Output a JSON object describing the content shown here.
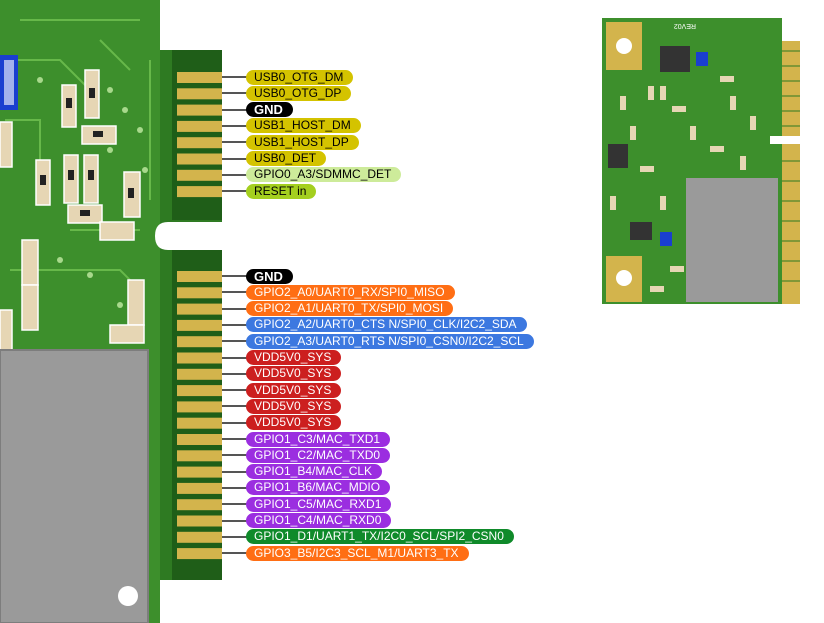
{
  "thumbnail": {
    "silkscreen": "REV02"
  },
  "colors": {
    "yellow": "#d4c300",
    "black": "#000000",
    "lightgreen": "#cdeb9a",
    "olive": "#a4cf1f",
    "orange": "#ff6e14",
    "blue": "#3c78e0",
    "red": "#cc1f1f",
    "purple": "#9b2ee0",
    "green": "#0f8a2a",
    "pcb": "#3d8f2c",
    "gold": "#d3b44c",
    "shield": "#9a9a9a"
  },
  "upper_pins": [
    {
      "label": "USB0_OTG_DM",
      "color": "yellow"
    },
    {
      "label": "USB0_OTG_DP",
      "color": "yellow"
    },
    {
      "label": "GND",
      "color": "black"
    },
    {
      "label": "USB1_HOST_DM",
      "color": "yellow"
    },
    {
      "label": "USB1_HOST_DP",
      "color": "yellow"
    },
    {
      "label": "USB0_DET",
      "color": "yellow"
    },
    {
      "label": "GPIO0_A3/SDMMC_DET",
      "color": "lightgreen"
    },
    {
      "label": "RESET in",
      "color": "olive"
    }
  ],
  "lower_pins": [
    {
      "label": "GND",
      "color": "black"
    },
    {
      "label": "GPIO2_A0/UART0_RX/SPI0_MISO",
      "color": "orange"
    },
    {
      "label": "GPIO2_A1/UART0_TX/SPI0_MOSI",
      "color": "orange"
    },
    {
      "label": "GPIO2_A2/UART0_CTS N/SPI0_CLK/I2C2_SDA",
      "color": "blue"
    },
    {
      "label": "GPIO2_A3/UART0_RTS N/SPI0_CSN0/I2C2_SCL",
      "color": "blue"
    },
    {
      "label": "VDD5V0_SYS",
      "color": "red"
    },
    {
      "label": "VDD5V0_SYS",
      "color": "red"
    },
    {
      "label": "VDD5V0_SYS",
      "color": "red"
    },
    {
      "label": "VDD5V0_SYS",
      "color": "red"
    },
    {
      "label": "VDD5V0_SYS",
      "color": "red"
    },
    {
      "label": "GPIO1_C3/MAC_TXD1",
      "color": "purple"
    },
    {
      "label": "GPIO1_C2/MAC_TXD0",
      "color": "purple"
    },
    {
      "label": "GPIO1_B4/MAC_CLK",
      "color": "purple"
    },
    {
      "label": "GPIO1_B6/MAC_MDIO",
      "color": "purple"
    },
    {
      "label": "GPIO1_C5/MAC_RXD1",
      "color": "purple"
    },
    {
      "label": "GPIO1_C4/MAC_RXD0",
      "color": "purple"
    },
    {
      "label": "GPIO1_D1/UART1_TX/I2C0_SCL/SPI2_CSN0",
      "color": "green"
    },
    {
      "label": "GPIO3_B5/I2C3_SCL_M1/UART3_TX",
      "color": "orange"
    }
  ]
}
